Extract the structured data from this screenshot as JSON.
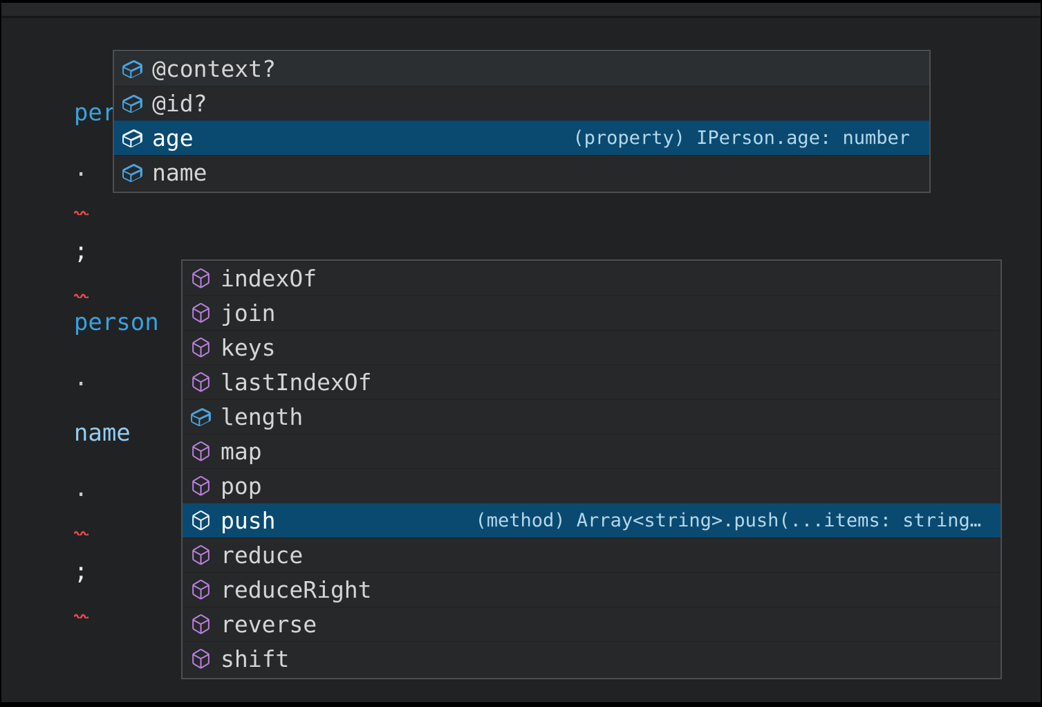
{
  "colors": {
    "editor_background": "#212224",
    "widget_background": "#262829",
    "widget_border": "#4d4e50",
    "selection_background": "#0a4a71",
    "hover_background": "#2c2f31",
    "field_icon": "#4aa4e2",
    "method_icon": "#b97fdd",
    "variable_text": "#38a2de",
    "property_text": "#93cdf3",
    "error_squiggle": "#e6494f"
  },
  "icons": {
    "field": "symbol-field-icon",
    "method": "symbol-method-icon"
  },
  "editor": {
    "line1": {
      "tokens": [
        {
          "text": "person",
          "type": "variable"
        },
        {
          "text": ".",
          "type": "punct",
          "squiggle": true
        },
        {
          "text": ";",
          "type": "punct-bright",
          "squiggle": true
        }
      ]
    },
    "line2": {
      "tokens": [
        {
          "text": "person",
          "type": "variable"
        },
        {
          "text": ".",
          "type": "punct"
        },
        {
          "text": "name",
          "type": "property"
        },
        {
          "text": ".",
          "type": "punct",
          "squiggle": true
        },
        {
          "text": ";",
          "type": "punct-bright",
          "squiggle": true
        }
      ]
    }
  },
  "suggest1": {
    "items": [
      {
        "label": "@context?",
        "kind": "field",
        "state": "hovered"
      },
      {
        "label": "@id?",
        "kind": "field"
      },
      {
        "label": "age",
        "kind": "field",
        "state": "selected",
        "detail": "(property) IPerson.age: number"
      },
      {
        "label": "name",
        "kind": "field"
      }
    ]
  },
  "suggest2": {
    "items": [
      {
        "label": "indexOf",
        "kind": "method"
      },
      {
        "label": "join",
        "kind": "method"
      },
      {
        "label": "keys",
        "kind": "method"
      },
      {
        "label": "lastIndexOf",
        "kind": "method"
      },
      {
        "label": "length",
        "kind": "field"
      },
      {
        "label": "map",
        "kind": "method"
      },
      {
        "label": "pop",
        "kind": "method"
      },
      {
        "label": "push",
        "kind": "method",
        "state": "selected",
        "detail": "(method) Array<string>.push(...items: string…"
      },
      {
        "label": "reduce",
        "kind": "method"
      },
      {
        "label": "reduceRight",
        "kind": "method"
      },
      {
        "label": "reverse",
        "kind": "method"
      },
      {
        "label": "shift",
        "kind": "method"
      }
    ]
  }
}
